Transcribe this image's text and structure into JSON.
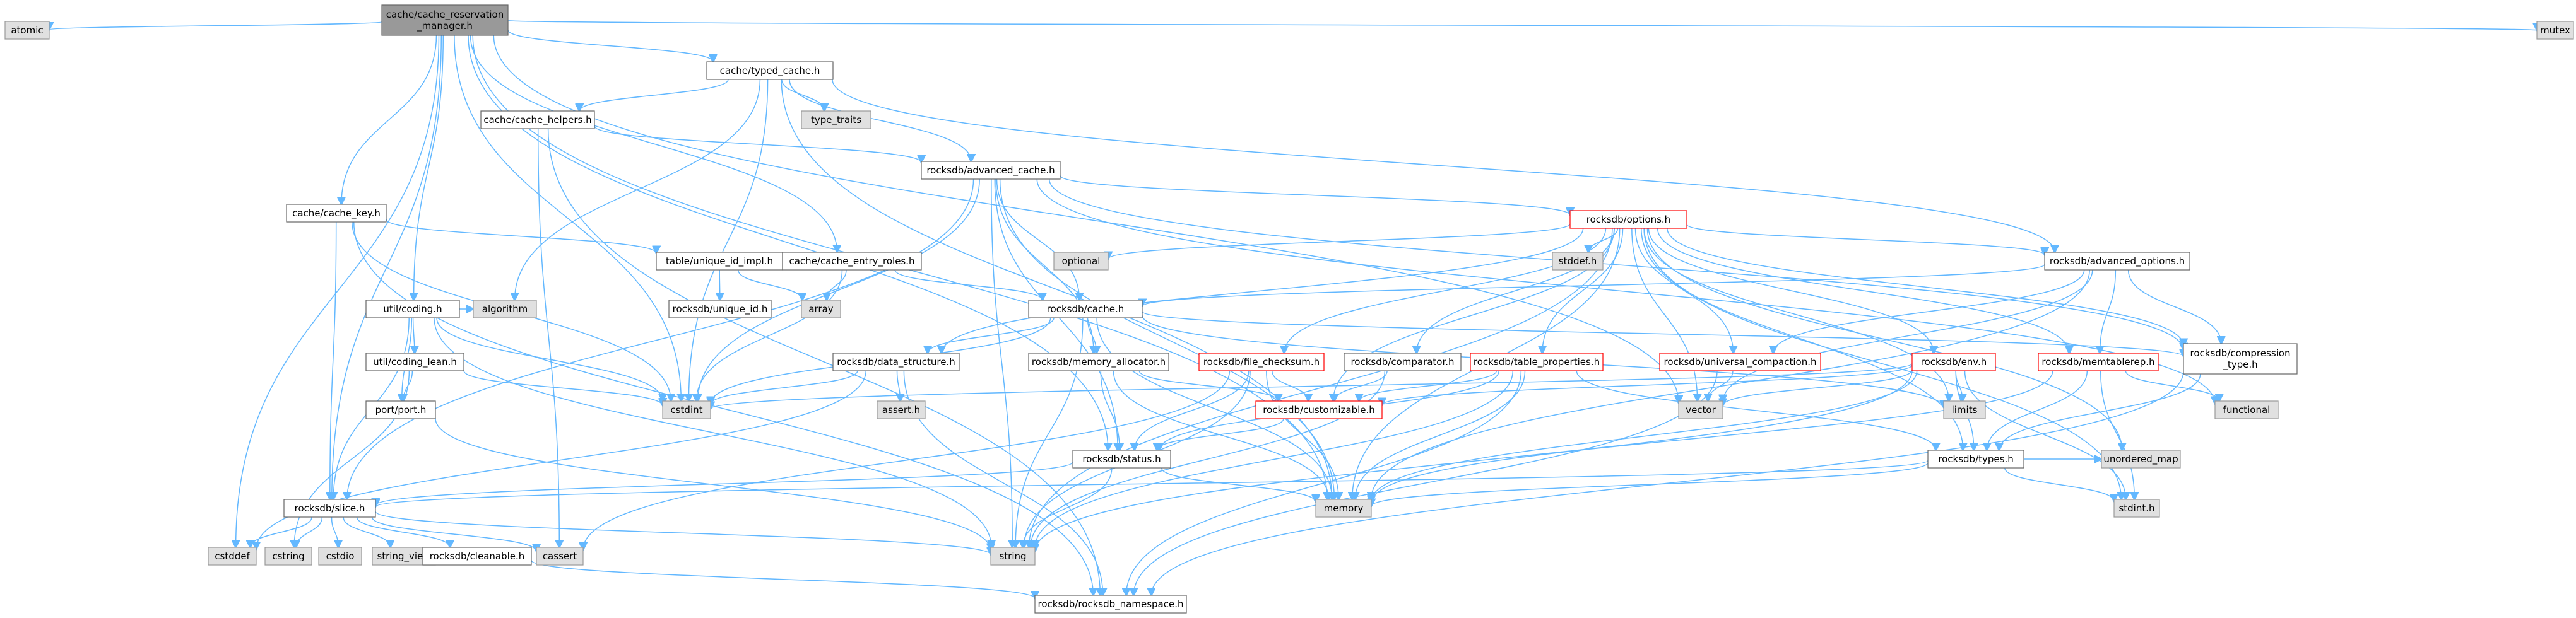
{
  "nodes": {
    "root": {
      "lines": [
        "cache/cache_reservation",
        "_manager.h"
      ],
      "kind": "root"
    },
    "atomic": {
      "lines": [
        "atomic"
      ],
      "kind": "external"
    },
    "typed_cache": {
      "lines": [
        "cache/typed_cache.h"
      ],
      "kind": "normal"
    },
    "mutex": {
      "lines": [
        "mutex"
      ],
      "kind": "external"
    },
    "cache_helpers": {
      "lines": [
        "cache/cache_helpers.h"
      ],
      "kind": "normal"
    },
    "type_traits": {
      "lines": [
        "type_traits"
      ],
      "kind": "external"
    },
    "advanced_cache": {
      "lines": [
        "rocksdb/advanced_cache.h"
      ],
      "kind": "normal"
    },
    "cache_key": {
      "lines": [
        "cache/cache_key.h"
      ],
      "kind": "normal"
    },
    "options": {
      "lines": [
        "rocksdb/options.h"
      ],
      "kind": "truncated"
    },
    "unique_id_impl": {
      "lines": [
        "table/unique_id_impl.h"
      ],
      "kind": "normal"
    },
    "cache_entry_roles": {
      "lines": [
        "cache/cache_entry_roles.h"
      ],
      "kind": "normal"
    },
    "optional": {
      "lines": [
        "optional"
      ],
      "kind": "external"
    },
    "stddef_h": {
      "lines": [
        "stddef.h"
      ],
      "kind": "external"
    },
    "advanced_options": {
      "lines": [
        "rocksdb/advanced_options.h"
      ],
      "kind": "normal"
    },
    "coding": {
      "lines": [
        "util/coding.h"
      ],
      "kind": "normal"
    },
    "unique_id": {
      "lines": [
        "rocksdb/unique_id.h"
      ],
      "kind": "normal"
    },
    "array": {
      "lines": [
        "array"
      ],
      "kind": "external"
    },
    "cache_h": {
      "lines": [
        "rocksdb/cache.h"
      ],
      "kind": "normal"
    },
    "algorithm": {
      "lines": [
        "algorithm"
      ],
      "kind": "external"
    },
    "coding_lean": {
      "lines": [
        "util/coding_lean.h"
      ],
      "kind": "normal"
    },
    "data_structure": {
      "lines": [
        "rocksdb/data_structure.h"
      ],
      "kind": "normal"
    },
    "memory_allocator": {
      "lines": [
        "rocksdb/memory_allocator.h"
      ],
      "kind": "normal"
    },
    "file_checksum": {
      "lines": [
        "rocksdb/file_checksum.h"
      ],
      "kind": "truncated"
    },
    "comparator": {
      "lines": [
        "rocksdb/comparator.h"
      ],
      "kind": "normal"
    },
    "table_properties": {
      "lines": [
        "rocksdb/table_properties.h"
      ],
      "kind": "truncated"
    },
    "universal_compaction": {
      "lines": [
        "rocksdb/universal_compaction.h"
      ],
      "kind": "truncated"
    },
    "env": {
      "lines": [
        "rocksdb/env.h"
      ],
      "kind": "truncated"
    },
    "memtablerep": {
      "lines": [
        "rocksdb/memtablerep.h"
      ],
      "kind": "truncated"
    },
    "compression_type": {
      "lines": [
        "rocksdb/compression",
        "_type.h"
      ],
      "kind": "normal"
    },
    "port": {
      "lines": [
        "port/port.h"
      ],
      "kind": "normal"
    },
    "cstdint": {
      "lines": [
        "cstdint"
      ],
      "kind": "external"
    },
    "assert_h": {
      "lines": [
        "assert.h"
      ],
      "kind": "external"
    },
    "customizable": {
      "lines": [
        "rocksdb/customizable.h"
      ],
      "kind": "truncated"
    },
    "vector": {
      "lines": [
        "vector"
      ],
      "kind": "external"
    },
    "limits": {
      "lines": [
        "limits"
      ],
      "kind": "external"
    },
    "functional": {
      "lines": [
        "functional"
      ],
      "kind": "external"
    },
    "types_h": {
      "lines": [
        "rocksdb/types.h"
      ],
      "kind": "normal"
    },
    "status": {
      "lines": [
        "rocksdb/status.h"
      ],
      "kind": "normal"
    },
    "unordered_map": {
      "lines": [
        "unordered_map"
      ],
      "kind": "external"
    },
    "stdint_h": {
      "lines": [
        "stdint.h"
      ],
      "kind": "external"
    },
    "slice": {
      "lines": [
        "rocksdb/slice.h"
      ],
      "kind": "normal"
    },
    "memory": {
      "lines": [
        "memory"
      ],
      "kind": "external"
    },
    "cstddef": {
      "lines": [
        "cstddef"
      ],
      "kind": "external"
    },
    "cstring": {
      "lines": [
        "cstring"
      ],
      "kind": "external"
    },
    "cstdio": {
      "lines": [
        "cstdio"
      ],
      "kind": "external"
    },
    "string_view": {
      "lines": [
        "string_view"
      ],
      "kind": "external"
    },
    "cleanable": {
      "lines": [
        "rocksdb/cleanable.h"
      ],
      "kind": "normal"
    },
    "cassert": {
      "lines": [
        "cassert"
      ],
      "kind": "external"
    },
    "string": {
      "lines": [
        "string"
      ],
      "kind": "external"
    },
    "rocksdb_namespace": {
      "lines": [
        "rocksdb/rocksdb_namespace.h"
      ],
      "kind": "normal"
    }
  },
  "edges": [
    [
      "root",
      "atomic"
    ],
    [
      "root",
      "typed_cache"
    ],
    [
      "root",
      "mutex"
    ],
    [
      "root",
      "cache_key"
    ],
    [
      "root",
      "cache_entry_roles"
    ],
    [
      "root",
      "coding"
    ],
    [
      "root",
      "slice"
    ],
    [
      "root",
      "status"
    ],
    [
      "root",
      "cstddef"
    ],
    [
      "root",
      "cstdint"
    ],
    [
      "root",
      "memory"
    ],
    [
      "root",
      "vector"
    ],
    [
      "typed_cache",
      "cache_helpers"
    ],
    [
      "typed_cache",
      "type_traits"
    ],
    [
      "typed_cache",
      "advanced_cache"
    ],
    [
      "typed_cache",
      "advanced_options"
    ],
    [
      "typed_cache",
      "algorithm"
    ],
    [
      "typed_cache",
      "cstdint"
    ],
    [
      "typed_cache",
      "memory"
    ],
    [
      "cache_helpers",
      "advanced_cache"
    ],
    [
      "cache_helpers",
      "cassert"
    ],
    [
      "cache_helpers",
      "rocksdb_namespace"
    ],
    [
      "advanced_cache",
      "options"
    ],
    [
      "advanced_cache",
      "cache_h"
    ],
    [
      "advanced_cache",
      "memory_allocator"
    ],
    [
      "advanced_cache",
      "slice"
    ],
    [
      "advanced_cache",
      "status"
    ],
    [
      "advanced_cache",
      "cstdint"
    ],
    [
      "advanced_cache",
      "string"
    ],
    [
      "advanced_cache",
      "functional"
    ],
    [
      "advanced_cache",
      "memory"
    ],
    [
      "advanced_cache",
      "compression_type"
    ],
    [
      "cache_key",
      "unique_id_impl"
    ],
    [
      "cache_key",
      "slice"
    ],
    [
      "cache_key",
      "cstdint"
    ],
    [
      "cache_key",
      "rocksdb_namespace"
    ],
    [
      "unique_id_impl",
      "unique_id"
    ],
    [
      "unique_id_impl",
      "array"
    ],
    [
      "cache_entry_roles",
      "cache_h"
    ],
    [
      "cache_entry_roles",
      "array"
    ],
    [
      "cache_entry_roles",
      "cstdint"
    ],
    [
      "options",
      "optional"
    ],
    [
      "options",
      "stddef_h"
    ],
    [
      "options",
      "advanced_options"
    ],
    [
      "options",
      "data_structure"
    ],
    [
      "options",
      "file_checksum"
    ],
    [
      "options",
      "comparator"
    ],
    [
      "options",
      "table_properties"
    ],
    [
      "options",
      "universal_compaction"
    ],
    [
      "options",
      "env"
    ],
    [
      "options",
      "customizable"
    ],
    [
      "options",
      "types_h"
    ],
    [
      "options",
      "limits"
    ],
    [
      "options",
      "vector"
    ],
    [
      "options",
      "string"
    ],
    [
      "options",
      "memory"
    ],
    [
      "options",
      "memtablerep"
    ],
    [
      "options",
      "compression_type"
    ],
    [
      "options",
      "unordered_map"
    ],
    [
      "options",
      "stdint_h"
    ],
    [
      "advanced_options",
      "cache_h"
    ],
    [
      "advanced_options",
      "universal_compaction"
    ],
    [
      "advanced_options",
      "memtablerep"
    ],
    [
      "advanced_options",
      "compression_type"
    ],
    [
      "advanced_options",
      "memory"
    ],
    [
      "advanced_options",
      "vector"
    ],
    [
      "coding",
      "algorithm"
    ],
    [
      "coding",
      "coding_lean"
    ],
    [
      "coding",
      "port"
    ],
    [
      "coding",
      "slice"
    ],
    [
      "coding",
      "string"
    ],
    [
      "coding",
      "cstdint"
    ],
    [
      "coding_lean",
      "port"
    ],
    [
      "coding_lean",
      "cstring"
    ],
    [
      "coding_lean",
      "cstdint"
    ],
    [
      "cache_h",
      "data_structure"
    ],
    [
      "cache_h",
      "memory_allocator"
    ],
    [
      "cache_h",
      "compression_type"
    ],
    [
      "cache_h",
      "cstdint"
    ],
    [
      "cache_h",
      "string"
    ],
    [
      "cache_h",
      "memory"
    ],
    [
      "cache_h",
      "limits"
    ],
    [
      "data_structure",
      "assert_h"
    ],
    [
      "data_structure",
      "cstddef"
    ],
    [
      "data_structure",
      "cstdint"
    ],
    [
      "data_structure",
      "rocksdb_namespace"
    ],
    [
      "memory_allocator",
      "customizable"
    ],
    [
      "memory_allocator",
      "status"
    ],
    [
      "memory_allocator",
      "memory"
    ],
    [
      "file_checksum",
      "customizable"
    ],
    [
      "file_checksum",
      "status"
    ],
    [
      "file_checksum",
      "string"
    ],
    [
      "file_checksum",
      "memory"
    ],
    [
      "file_checksum",
      "cassert"
    ],
    [
      "comparator",
      "customizable"
    ],
    [
      "comparator",
      "string"
    ],
    [
      "table_properties",
      "customizable"
    ],
    [
      "table_properties",
      "status"
    ],
    [
      "table_properties",
      "types_h"
    ],
    [
      "table_properties",
      "string"
    ],
    [
      "table_properties",
      "memory"
    ],
    [
      "table_properties",
      "rocksdb_namespace"
    ],
    [
      "universal_compaction",
      "vector"
    ],
    [
      "universal_compaction",
      "rocksdb_namespace"
    ],
    [
      "env",
      "customizable"
    ],
    [
      "env",
      "types_h"
    ],
    [
      "env",
      "limits"
    ],
    [
      "env",
      "vector"
    ],
    [
      "env",
      "string"
    ],
    [
      "env",
      "memory"
    ],
    [
      "env",
      "stdint_h"
    ],
    [
      "env",
      "cstdint"
    ],
    [
      "memtablerep",
      "types_h"
    ],
    [
      "memtablerep",
      "functional"
    ],
    [
      "memtablerep",
      "memory"
    ],
    [
      "memtablerep",
      "stdint_h"
    ],
    [
      "compression_type",
      "types_h"
    ],
    [
      "compression_type",
      "rocksdb_namespace"
    ],
    [
      "port",
      "string"
    ],
    [
      "customizable",
      "status"
    ],
    [
      "types_h",
      "stdint_h"
    ],
    [
      "types_h",
      "memory"
    ],
    [
      "types_h",
      "unordered_map"
    ],
    [
      "types_h",
      "slice"
    ],
    [
      "status",
      "slice"
    ],
    [
      "status",
      "string"
    ],
    [
      "status",
      "memory"
    ],
    [
      "slice",
      "cassert"
    ],
    [
      "slice",
      "cstddef"
    ],
    [
      "slice",
      "cstdio"
    ],
    [
      "slice",
      "cstring"
    ],
    [
      "slice",
      "string"
    ],
    [
      "slice",
      "string_view"
    ],
    [
      "slice",
      "cleanable"
    ],
    [
      "cleanable",
      "rocksdb_namespace"
    ]
  ]
}
